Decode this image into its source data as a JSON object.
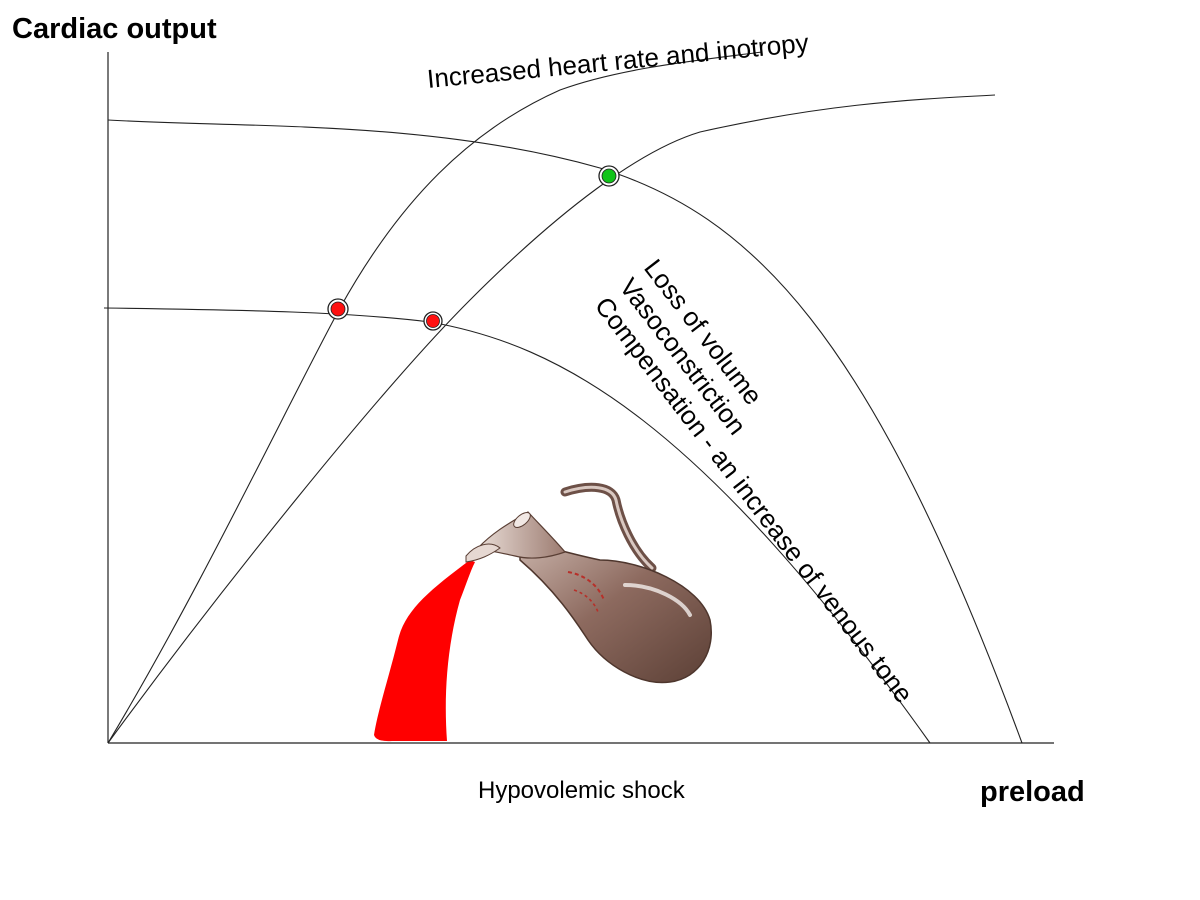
{
  "labels": {
    "y_axis": "Cardiac output",
    "x_axis": "preload",
    "caption": "Hypovolemic shock",
    "curve_inotropy": "Increased heart rate and inotropy",
    "annotation_lines": [
      "Loss of volume",
      "Vasoconstriction",
      "Compensation - an increase of venous tone"
    ]
  },
  "colors": {
    "curve": "#222222",
    "equilibrium_normal": "#11c41a",
    "equilibrium_shock": "#ff1111",
    "blood": "#ff0000",
    "jug": "#8a6a5e"
  },
  "icons": {
    "jug": "pouring-jug-icon"
  }
}
